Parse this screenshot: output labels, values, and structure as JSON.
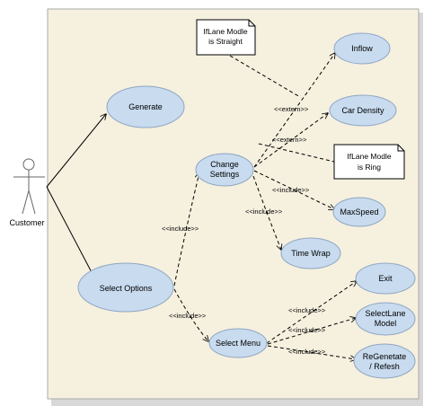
{
  "colors": {
    "boundary_fill": "#f6f0df",
    "boundary_stroke": "#aaaaaa",
    "use_case_fill": "#c8dbef",
    "use_case_stroke": "#8ea6c2",
    "note_fill": "#ffffff",
    "line": "#000000"
  },
  "actor": {
    "name": "Customer"
  },
  "use_cases": {
    "generate": "Generate",
    "select_options": "Select Options",
    "change_settings": [
      "Change",
      "Settings"
    ],
    "select_menu": "Select Menu",
    "inflow": "Inflow",
    "car_density": "Car Density",
    "max_speed": "MaxSpeed",
    "time_wrap": "Time Wrap",
    "exit": "Exit",
    "select_lane_model": [
      "SelectLane",
      "Model"
    ],
    "regenerate_refresh": [
      "ReGenetate",
      "/ Refesh"
    ]
  },
  "notes": {
    "straight": [
      "IfLane Modle",
      "is  Straight"
    ],
    "ring": [
      "IfLane Modle",
      "is  Ring"
    ]
  },
  "relations": {
    "include": "<<include>>",
    "extern": "<<extern>>"
  }
}
